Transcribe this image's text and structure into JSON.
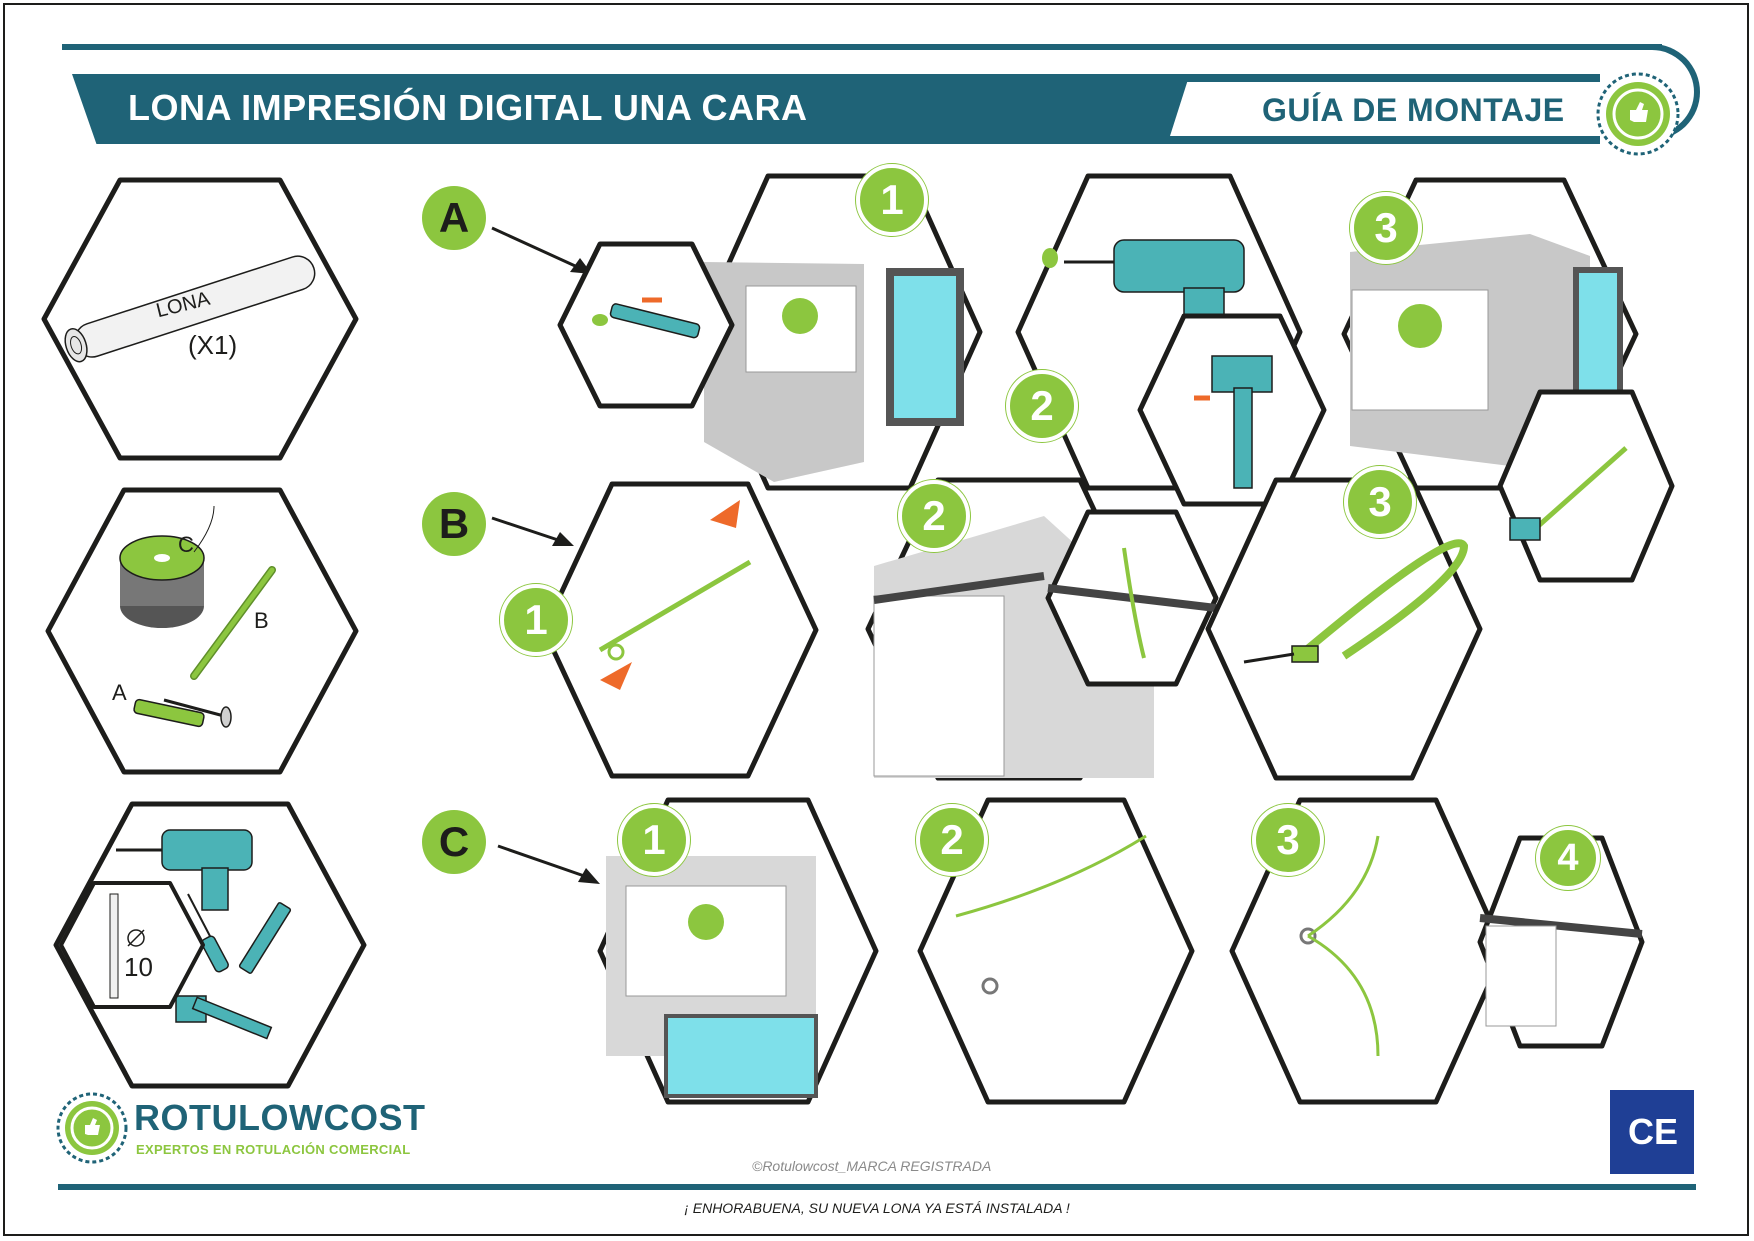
{
  "header": {
    "title": "LONA IMPRESIÓN DIGITAL UNA CARA",
    "guide": "GUÍA DE MONTAJE"
  },
  "materials": {
    "roll_label": "LONA",
    "roll_count": "(X1)",
    "letter_c": "C",
    "letter_b": "B",
    "letter_a": "A",
    "drill_bit_size": "10"
  },
  "sections": {
    "a": "A",
    "b": "B",
    "c": "C"
  },
  "steps": [
    "1",
    "2",
    "3",
    "4"
  ],
  "brand": {
    "name": "ROTULOWCOST",
    "tagline": "EXPERTOS EN ROTULACIÓN COMERCIAL"
  },
  "copyright": "©Rotulowcost_MARCA REGISTRADA",
  "footer": "¡ ENHORABUENA, SU NUEVA LONA YA ESTÁ INSTALADA !",
  "colors": {
    "teal": "#1f6377",
    "green": "#8cc63f",
    "orange": "#ee6a2a",
    "tool": "#4bb3b6"
  },
  "icons": [
    "rotulowcost-seal-icon",
    "drill-icon",
    "hammer-icon",
    "screwdriver-icon",
    "pencil-icon",
    "cable-tie-icon",
    "cord-spool-icon",
    "wall-plug-icon",
    "ce-eu-mark-icon"
  ]
}
